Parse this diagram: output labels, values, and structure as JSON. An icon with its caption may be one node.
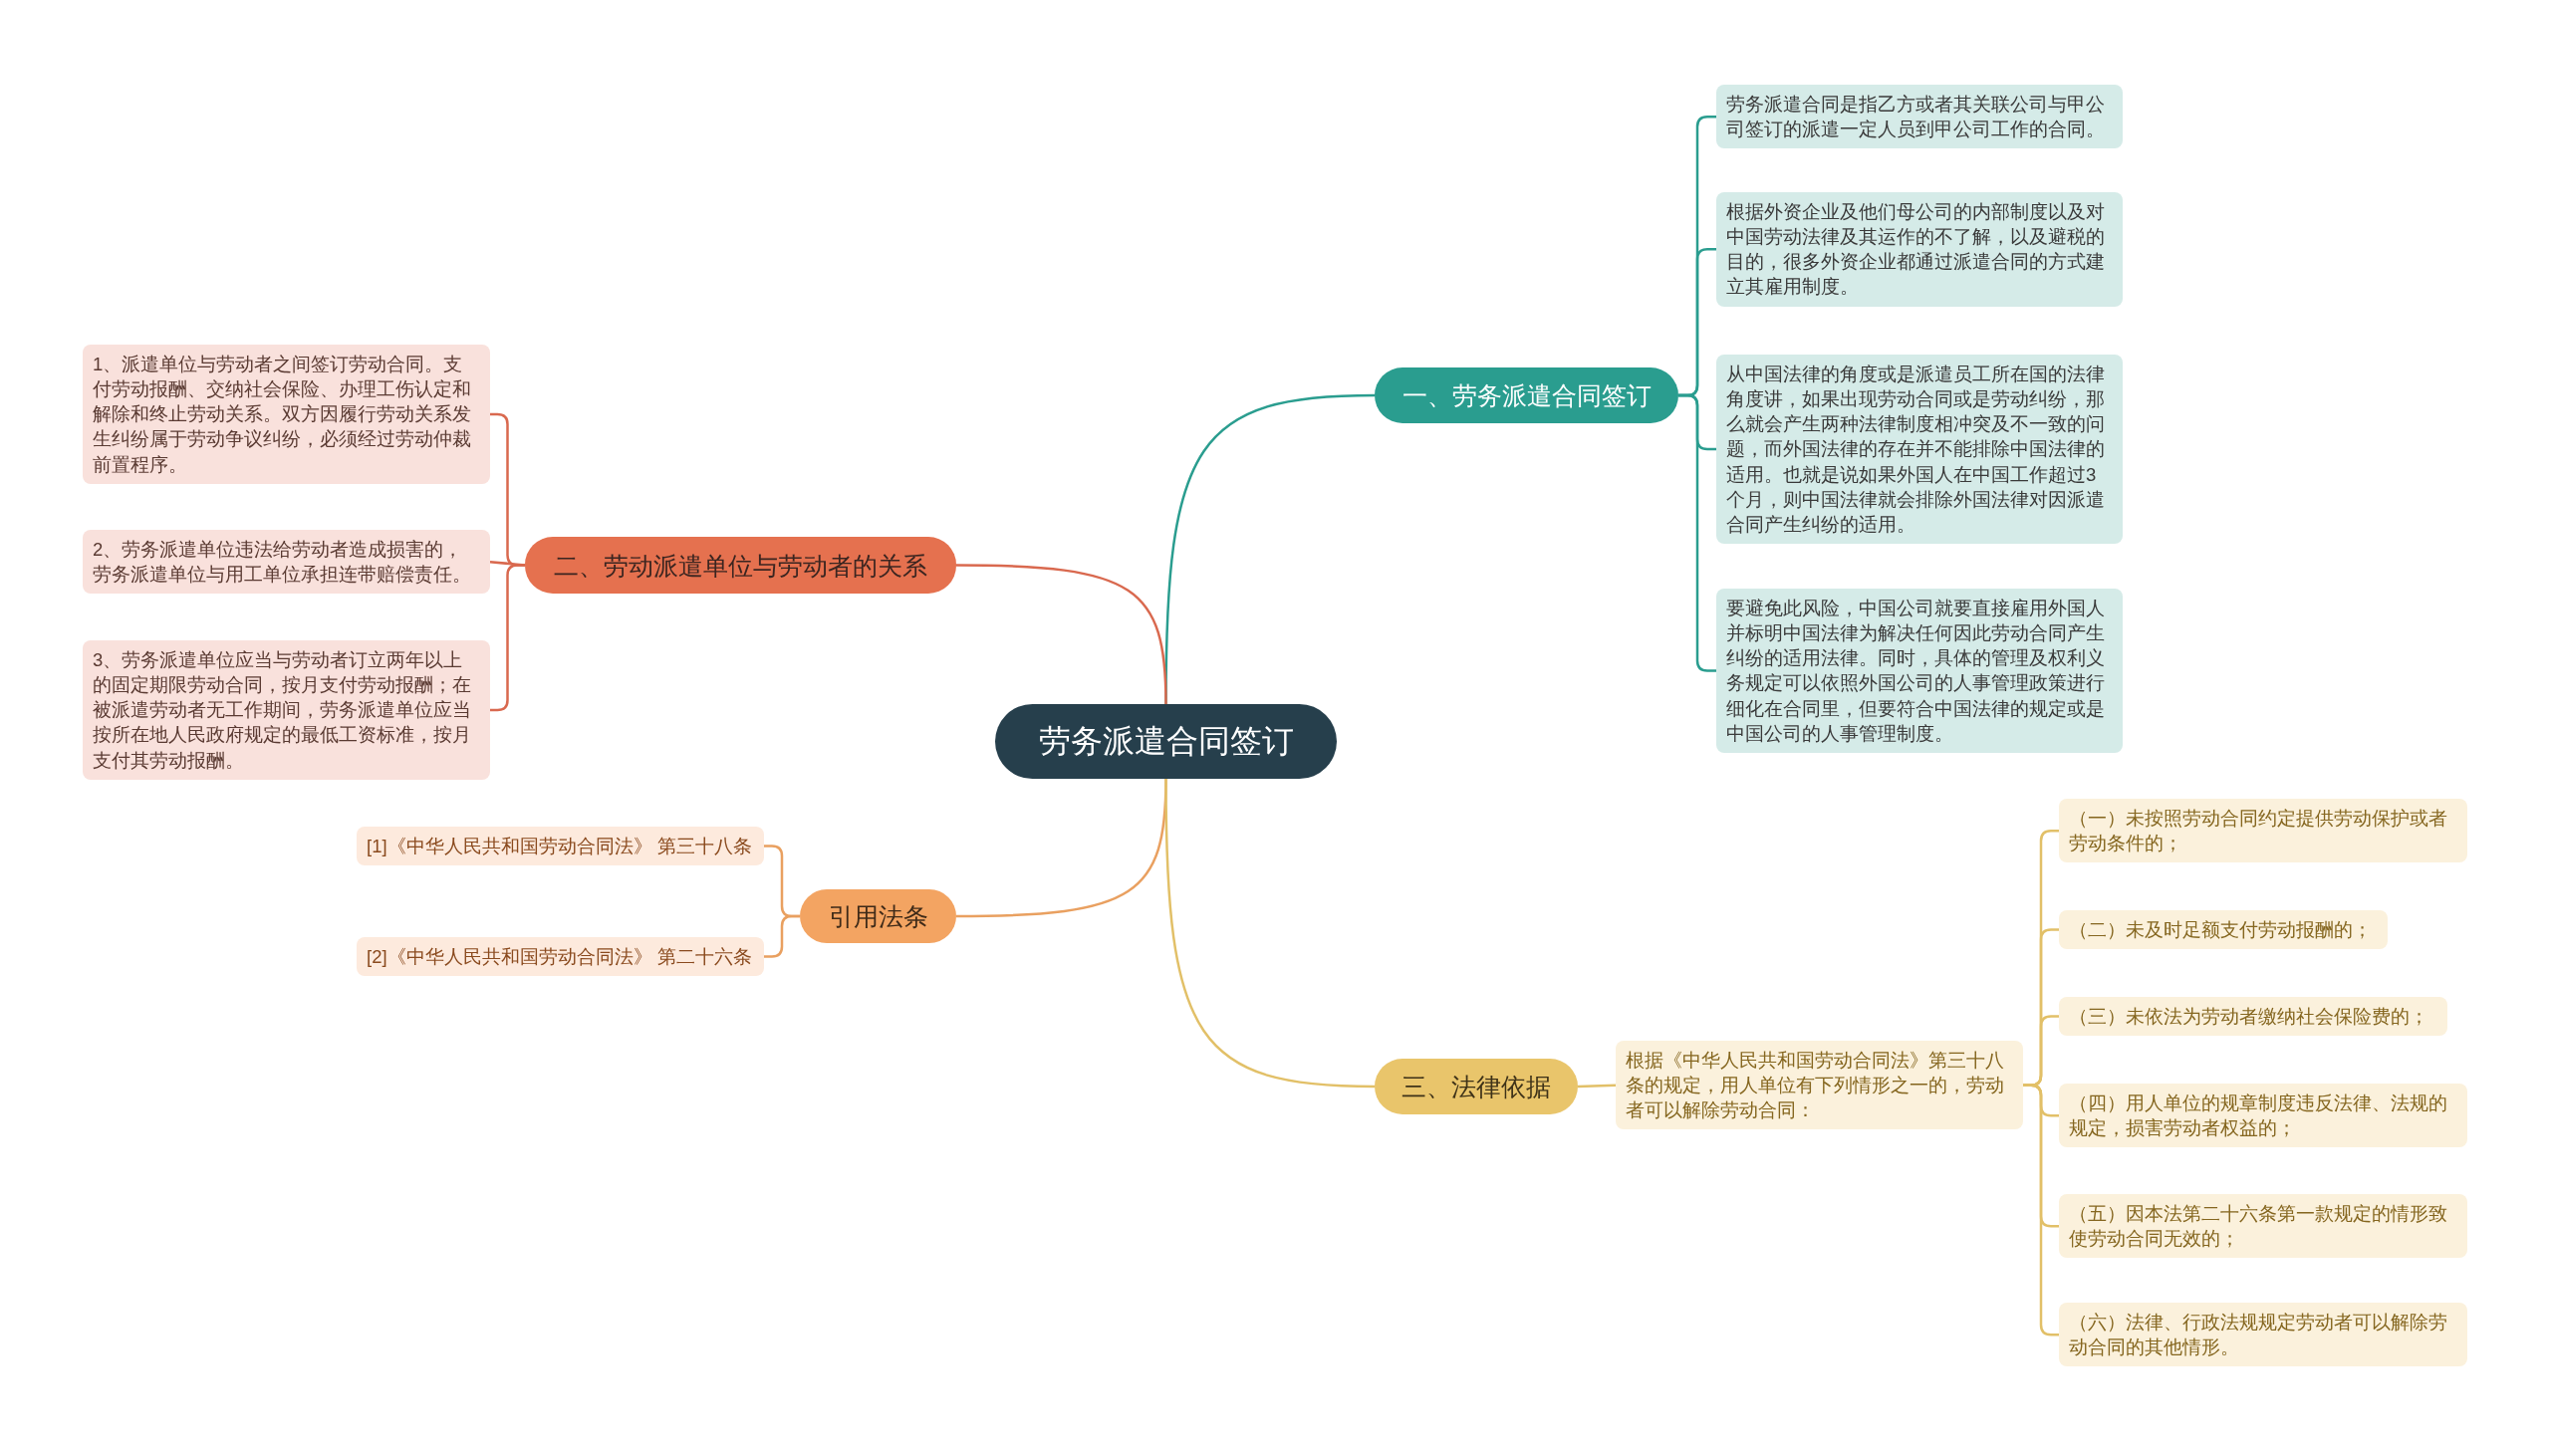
{
  "diagram": {
    "nodes": [
      {
        "text": [
          "劳务派遣合同签订"
        ]
      },
      {
        "text": [
          "一、劳务派遣合同签订"
        ]
      },
      {
        "text": [
          "劳务派遣合同是指乙方或者其关联公司与甲公司签订的派遣一定人员到甲公司工作的合同。"
        ]
      },
      {
        "text": [
          "根据外资企业及他们母公司的内部制度以及对中国劳动法律及其运作的不了解，以及避税的目的，很多外资企业都通过派遣合同的方式建立其雇用制度。"
        ]
      },
      {
        "text": [
          "从中国法律的角度或是派遣员工所在国的法律角度讲，如果出现劳动合同或是劳动纠纷，那么就会产生两种法律制度相冲突及不一致的问题，而外国法律的存在并不能排除中国法律的适用。也就是说如果外国人在中国工作超过3个月，则中国法律就会排除外国法律对因派遣合同产生纠纷的适用。"
        ]
      },
      {
        "text": [
          "要避免此风险，中国公司就要直接雇用外国人并标明中国法律为解决任何因此劳动合同产生纠纷的适用法律。同时，具体的管理及权利义务规定可以依照外国公司的人事管理政策进行细化在合同里，但要符合中国法律的规定或是中国公司的人事管理制度。"
        ]
      },
      {
        "text": [
          "二、劳动派遣单位与劳动者的关系"
        ]
      },
      {
        "text": [
          "1、派遣单位与劳动者之间签订劳动合同。支付劳动报酬、交纳社会保险、办理工伤认定和解除和终止劳动关系。双方因履行劳动关系发生纠纷属于劳动争议纠纷，必须经过劳动仲裁前置程序。"
        ]
      },
      {
        "text": [
          "2、劳务派遣单位违法给劳动者造成损害的，劳务派遣单位与用工单位承担连带赔偿责任。"
        ]
      },
      {
        "text": [
          "3、劳务派遣单位应当与劳动者订立两年以上的固定期限劳动合同，按月支付劳动报酬；在被派遣劳动者无工作期间，劳务派遣单位应当按所在地人民政府规定的最低工资标准，按月支付其劳动报酬。"
        ]
      },
      {
        "text": [
          "引用法条"
        ]
      },
      {
        "text": [
          "[1]《中华人民共和国劳动合同法》 第三十八条"
        ]
      },
      {
        "text": [
          "[2]《中华人民共和国劳动合同法》 第二十六条"
        ]
      },
      {
        "text": [
          "三、法律依据"
        ]
      },
      {
        "text": [
          "根据《中华人民共和国劳动合同法》第三十八条的规定，用人单位有下列情形之一的，劳动者可以解除劳动合同："
        ]
      },
      {
        "text": [
          "（一）未按照劳动合同约定提供劳动保护或者劳动条件的；"
        ]
      },
      {
        "text": [
          "（二）未及时足额支付劳动报酬的；"
        ]
      },
      {
        "text": [
          "（三）未依法为劳动者缴纳社会保险费的；"
        ]
      },
      {
        "text": [
          "（四）用人单位的规章制度违反法律、法规的规定，损害劳动者权益的；"
        ]
      },
      {
        "text": [
          "（五）因本法第二十六条第一款规定的情形致使劳动合同无效的；"
        ]
      },
      {
        "text": [
          "（六）法律、行政法规规定劳动者可以解除劳动合同的其他情形。"
        ]
      }
    ],
    "edges": [
      {
        "from": 0,
        "to": 1,
        "arrow": "none",
        "color": "#2a9d8f"
      },
      {
        "from": 1,
        "to": 2,
        "arrow": "none",
        "color": "#2a9d8f"
      },
      {
        "from": 1,
        "to": 3,
        "arrow": "none",
        "color": "#2a9d8f"
      },
      {
        "from": 1,
        "to": 4,
        "arrow": "none",
        "color": "#2a9d8f"
      },
      {
        "from": 1,
        "to": 5,
        "arrow": "none",
        "color": "#2a9d8f"
      },
      {
        "from": 0,
        "to": 6,
        "arrow": "none",
        "color": "#d9694f"
      },
      {
        "from": 6,
        "to": 7,
        "arrow": "none",
        "color": "#d9694f"
      },
      {
        "from": 6,
        "to": 8,
        "arrow": "none",
        "color": "#d9694f"
      },
      {
        "from": 6,
        "to": 9,
        "arrow": "none",
        "color": "#d9694f"
      },
      {
        "from": 0,
        "to": 10,
        "arrow": "none",
        "color": "#e9a060"
      },
      {
        "from": 10,
        "to": 11,
        "arrow": "none",
        "color": "#e9a060"
      },
      {
        "from": 10,
        "to": 12,
        "arrow": "none",
        "color": "#e9a060"
      },
      {
        "from": 0,
        "to": 13,
        "arrow": "none",
        "color": "#e2c068"
      },
      {
        "from": 13,
        "to": 14,
        "arrow": "none",
        "color": "#e2c068"
      },
      {
        "from": 14,
        "to": 15,
        "arrow": "none",
        "color": "#e2c068"
      },
      {
        "from": 14,
        "to": 16,
        "arrow": "none",
        "color": "#e2c068"
      },
      {
        "from": 14,
        "to": 17,
        "arrow": "none",
        "color": "#e2c068"
      },
      {
        "from": 14,
        "to": 18,
        "arrow": "none",
        "color": "#e2c068"
      },
      {
        "from": 14,
        "to": 19,
        "arrow": "none",
        "color": "#e2c068"
      },
      {
        "from": 14,
        "to": 20,
        "arrow": "none",
        "color": "#e2c068"
      }
    ]
  }
}
